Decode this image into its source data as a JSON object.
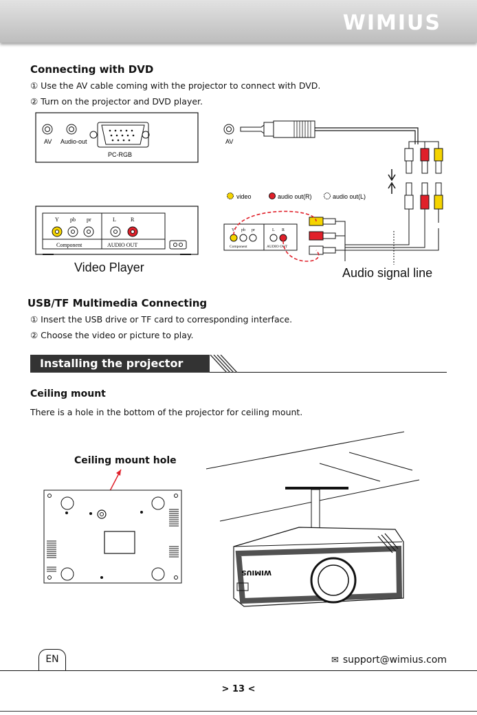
{
  "brand": "WIMIUS",
  "dvd": {
    "title": "Connecting with DVD",
    "step1": "① Use the AV cable coming with the projector to connect with DVD.",
    "step2": "② Turn on the projector and DVD player."
  },
  "diagram": {
    "port_av": "AV",
    "port_audio_out": "Audio-out",
    "port_pc_rgb": "PC-RGB",
    "port_av_right": "AV",
    "legend_video": "video",
    "legend_audio_r": "audio out(R)",
    "legend_audio_l": "audio out(L)",
    "panel_y": "Y",
    "panel_pb": "pb",
    "panel_pr": "pr",
    "panel_l": "L",
    "panel_r": "R",
    "panel_component": "Component",
    "panel_audio_out": "AUDIO OUT",
    "video_player": "Video Player",
    "audio_signal_line": "Audio signal line"
  },
  "usb": {
    "title": "USB/TF Multimedia Connecting",
    "step1": "①  Insert the USB drive or TF card to corresponding interface.",
    "step2": "②  Choose the video or picture to play."
  },
  "install": {
    "section": "Installing the projector",
    "ceiling_title": "Ceiling mount",
    "ceiling_text": "There is a hole in the bottom of the projector for ceiling mount.",
    "hole_label": "Ceiling mount hole",
    "projector_logo": "WIMIUS"
  },
  "footer": {
    "lang": "EN",
    "email": "support@wimius.com",
    "page": "> 13 <"
  },
  "colors": {
    "accent_red": "#e0202a",
    "yellow": "#f5d400",
    "section_bg": "#333333"
  }
}
